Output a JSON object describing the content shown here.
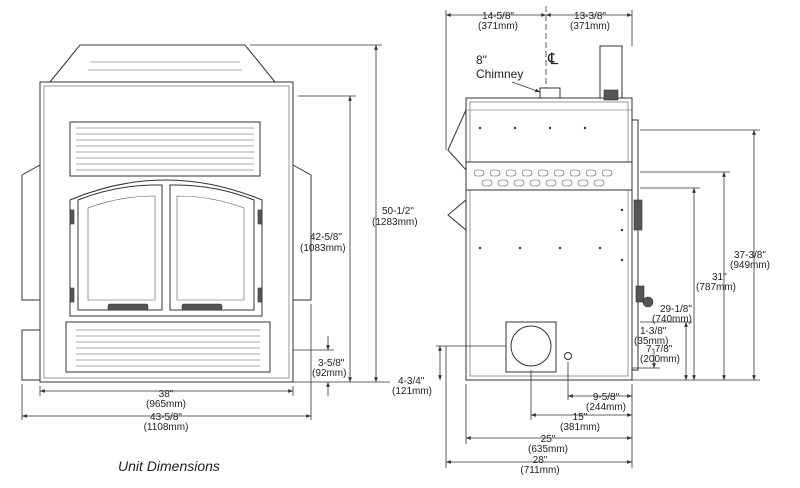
{
  "caption": "Unit Dimensions",
  "chimney_label": [
    "8\"",
    "Chimney"
  ],
  "centerline_symbol": "℄",
  "front": {
    "width_body": [
      "38\"",
      "(965mm)"
    ],
    "width_overall": [
      "43-5/8\"",
      "(1108mm)"
    ],
    "height_overall": [
      "50-1/2\"",
      "(1283mm)"
    ],
    "height_door": [
      "42-5/8\"",
      "(1083mm)"
    ],
    "height_base": [
      "3-5/8\"",
      "(92mm)"
    ]
  },
  "side": {
    "top_left": [
      "14-5/8\"",
      "(371mm)"
    ],
    "top_right": [
      "13-3/8\"",
      "(371mm)"
    ],
    "depth_overall": [
      "28\"",
      "(711mm)"
    ],
    "depth_body": [
      "25\"",
      "(635mm)"
    ],
    "outlet_15": [
      "15\"",
      "(381mm)"
    ],
    "outlet_9": [
      "9-5/8\"",
      "(244mm)"
    ],
    "outlet_height": [
      "4-3/4\"",
      "(121mm)"
    ],
    "h_37": [
      "37-3/8\"",
      "(949mm)"
    ],
    "h_31": [
      "31\"",
      "(787mm)"
    ],
    "h_29": [
      "29-1/8\"",
      "(740mm)"
    ],
    "h_7": [
      "7-7/8\"",
      "(200mm)"
    ],
    "h_1": [
      "1-3/8\"",
      "(35mm)"
    ]
  }
}
